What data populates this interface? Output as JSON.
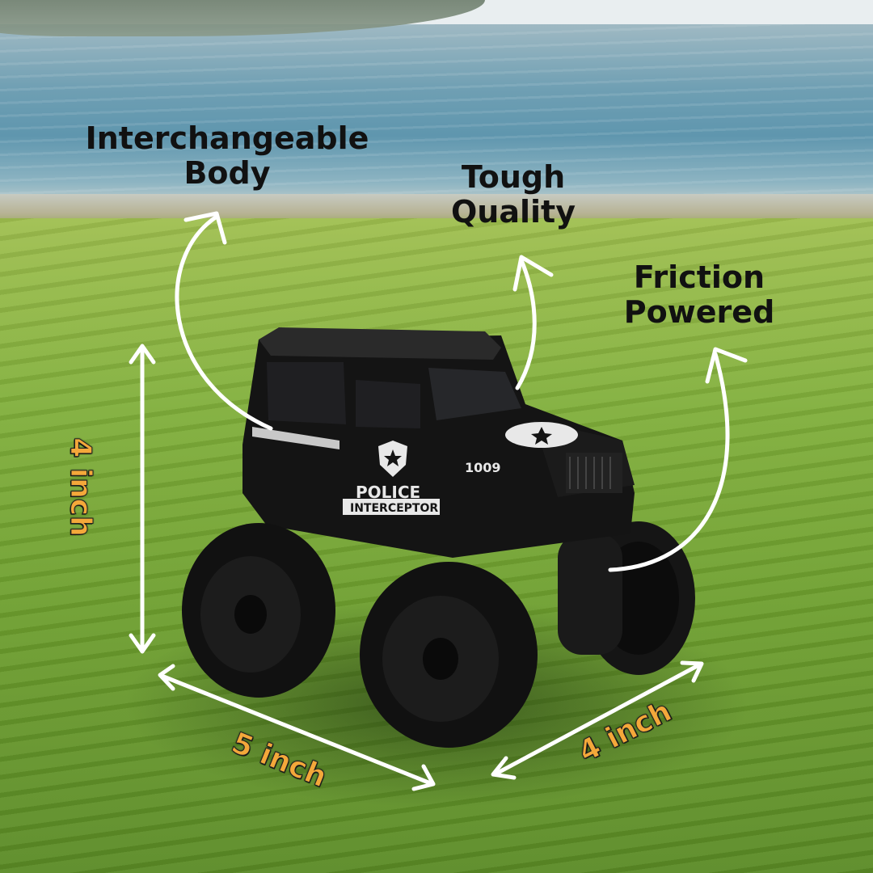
{
  "features": {
    "interchangeable": {
      "line1": "Interchangeable",
      "line2": "Body"
    },
    "tough": {
      "line1": "Tough",
      "line2": "Quality"
    },
    "friction": {
      "line1": "Friction",
      "line2": "Powered"
    }
  },
  "dimensions": {
    "height": "4 inch",
    "length": "5 inch",
    "width": "4 inch"
  },
  "truck": {
    "badge_number": "1009",
    "decal_line1": "POLICE",
    "decal_line2": "INTERCEPTOR"
  },
  "colors": {
    "label_text": "#111111",
    "dimension_text": "#f4a83a",
    "arrow": "#ffffff",
    "truck_body": "#121212"
  },
  "icons": [
    "police-shield-icon",
    "star-badge-icon"
  ]
}
